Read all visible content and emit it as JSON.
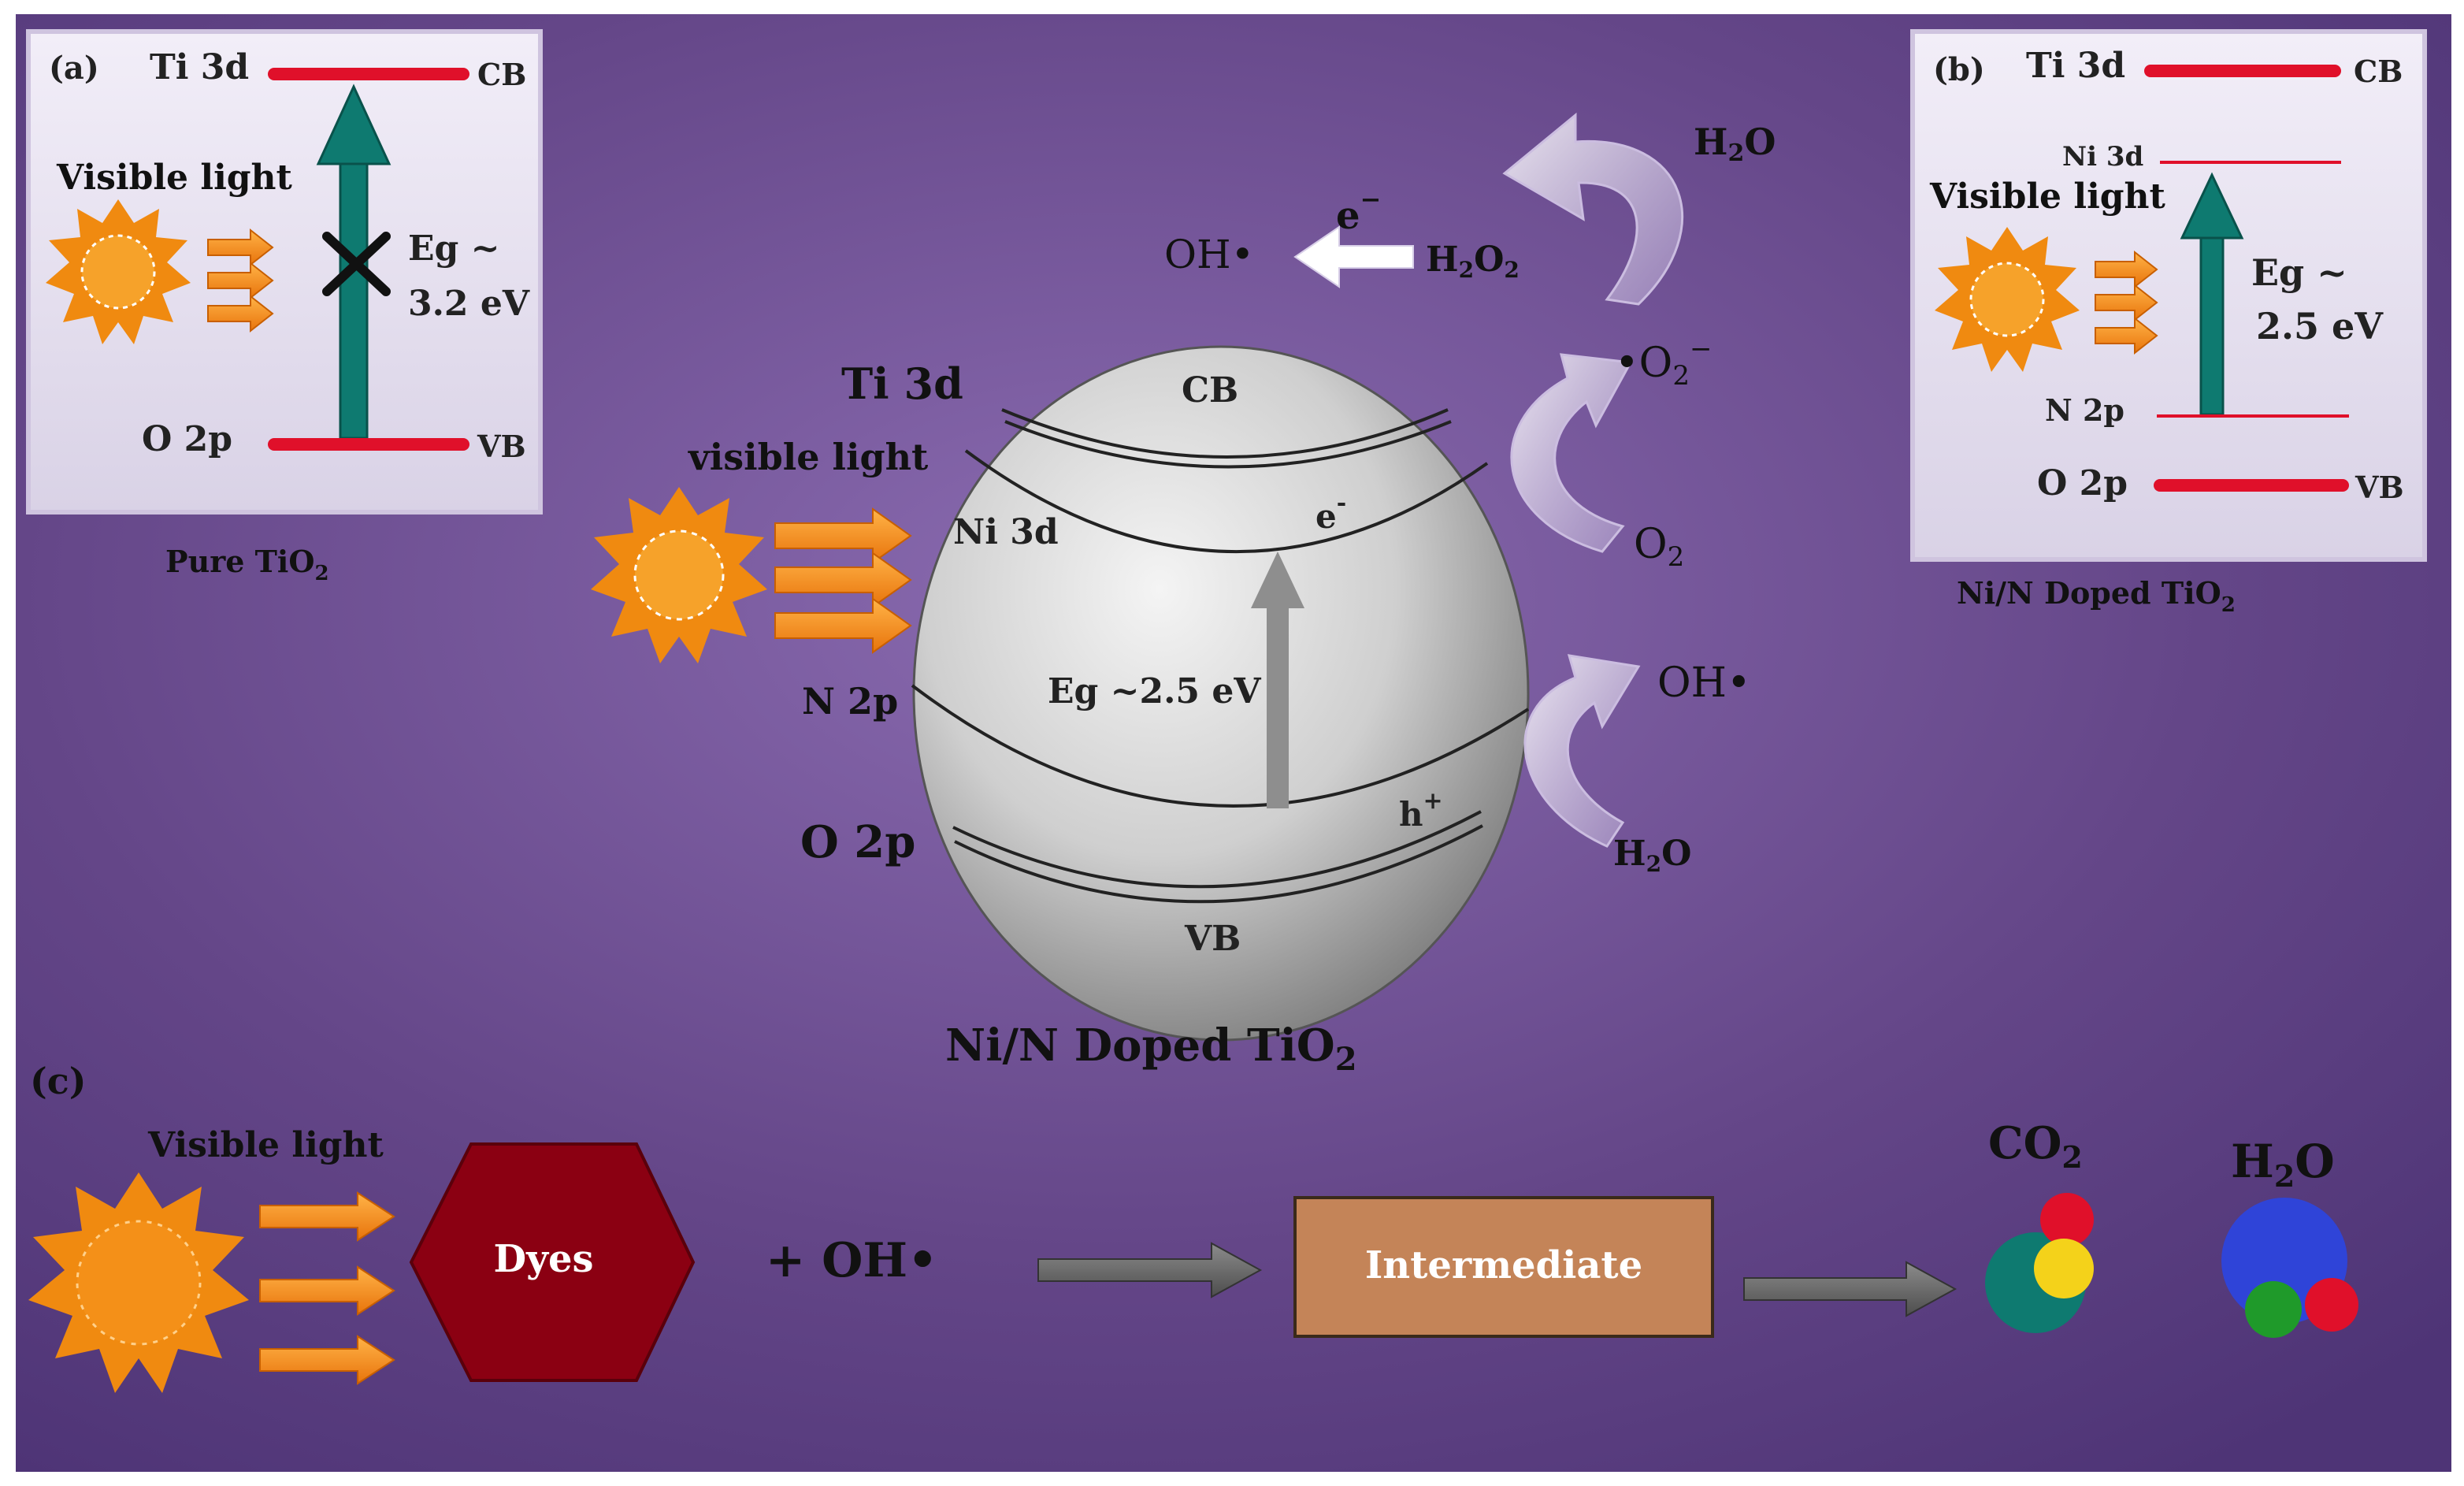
{
  "panel_a": {
    "tag": "(a)",
    "cb_level": "Ti 3d",
    "cb": "CB",
    "vb_level": "O 2p",
    "vb": "VB",
    "light": "Visible light",
    "eg_line1": "Eg ~",
    "eg_line2": "3.2 eV",
    "caption": "Pure TiO",
    "caption_sub": "2"
  },
  "panel_b": {
    "tag": "(b)",
    "cb_level": "Ti 3d",
    "cb": "CB",
    "ni_level": "Ni 3d",
    "light": "Visible light",
    "eg_line1": "Eg ~",
    "eg_line2": "2.5 eV",
    "n_level": "N 2p",
    "vb_level": "O 2p",
    "vb": "VB",
    "caption": "Ni/N  Doped TiO",
    "caption_sub": "2"
  },
  "center": {
    "ti3d": "Ti  3d",
    "light": "visible light",
    "cb": "CB",
    "ni3d": "Ni 3d",
    "n2p": "N 2p",
    "o2p": "O  2p",
    "eg": "Eg ~2.5 eV",
    "vb": "VB",
    "electron": "e",
    "electron_sup": "-",
    "hole": "h",
    "hole_sup": "+",
    "caption": "Ni/N  Doped TiO",
    "caption_sub": "2"
  },
  "reactions": {
    "h2o_top": "H",
    "h2o_top_sub": "2",
    "h2o_top_end": "O",
    "e_minus": "e",
    "e_minus_sup": "−",
    "oh_left": "OH•",
    "h2o2": "H",
    "h2o2_sub1": "2",
    "h2o2_mid": "O",
    "h2o2_sub2": "2",
    "superoxide": "•O",
    "superoxide_sub": "2",
    "superoxide_sup": "−",
    "o2": "O",
    "o2_sub": "2",
    "oh_right": "OH•",
    "h2o_bottom": "H",
    "h2o_bottom_sub": "2",
    "h2o_bottom_end": "O"
  },
  "panel_c": {
    "tag": "(c)",
    "light": "Visible light",
    "dyes": "Dyes",
    "plus_oh": "+ OH•",
    "intermediate": "Intermediate",
    "co2": "CO",
    "co2_sub": "2",
    "h2o": "H",
    "h2o_sub": "2",
    "h2o_end": "O"
  },
  "colors": {
    "background": "#5e3f86",
    "level_red": "#e0102a",
    "gap_arrow": "#0e7a70",
    "sun": "#f08a10",
    "dyes_hex": "#8b0012",
    "intermediate_box": "#c48458"
  }
}
